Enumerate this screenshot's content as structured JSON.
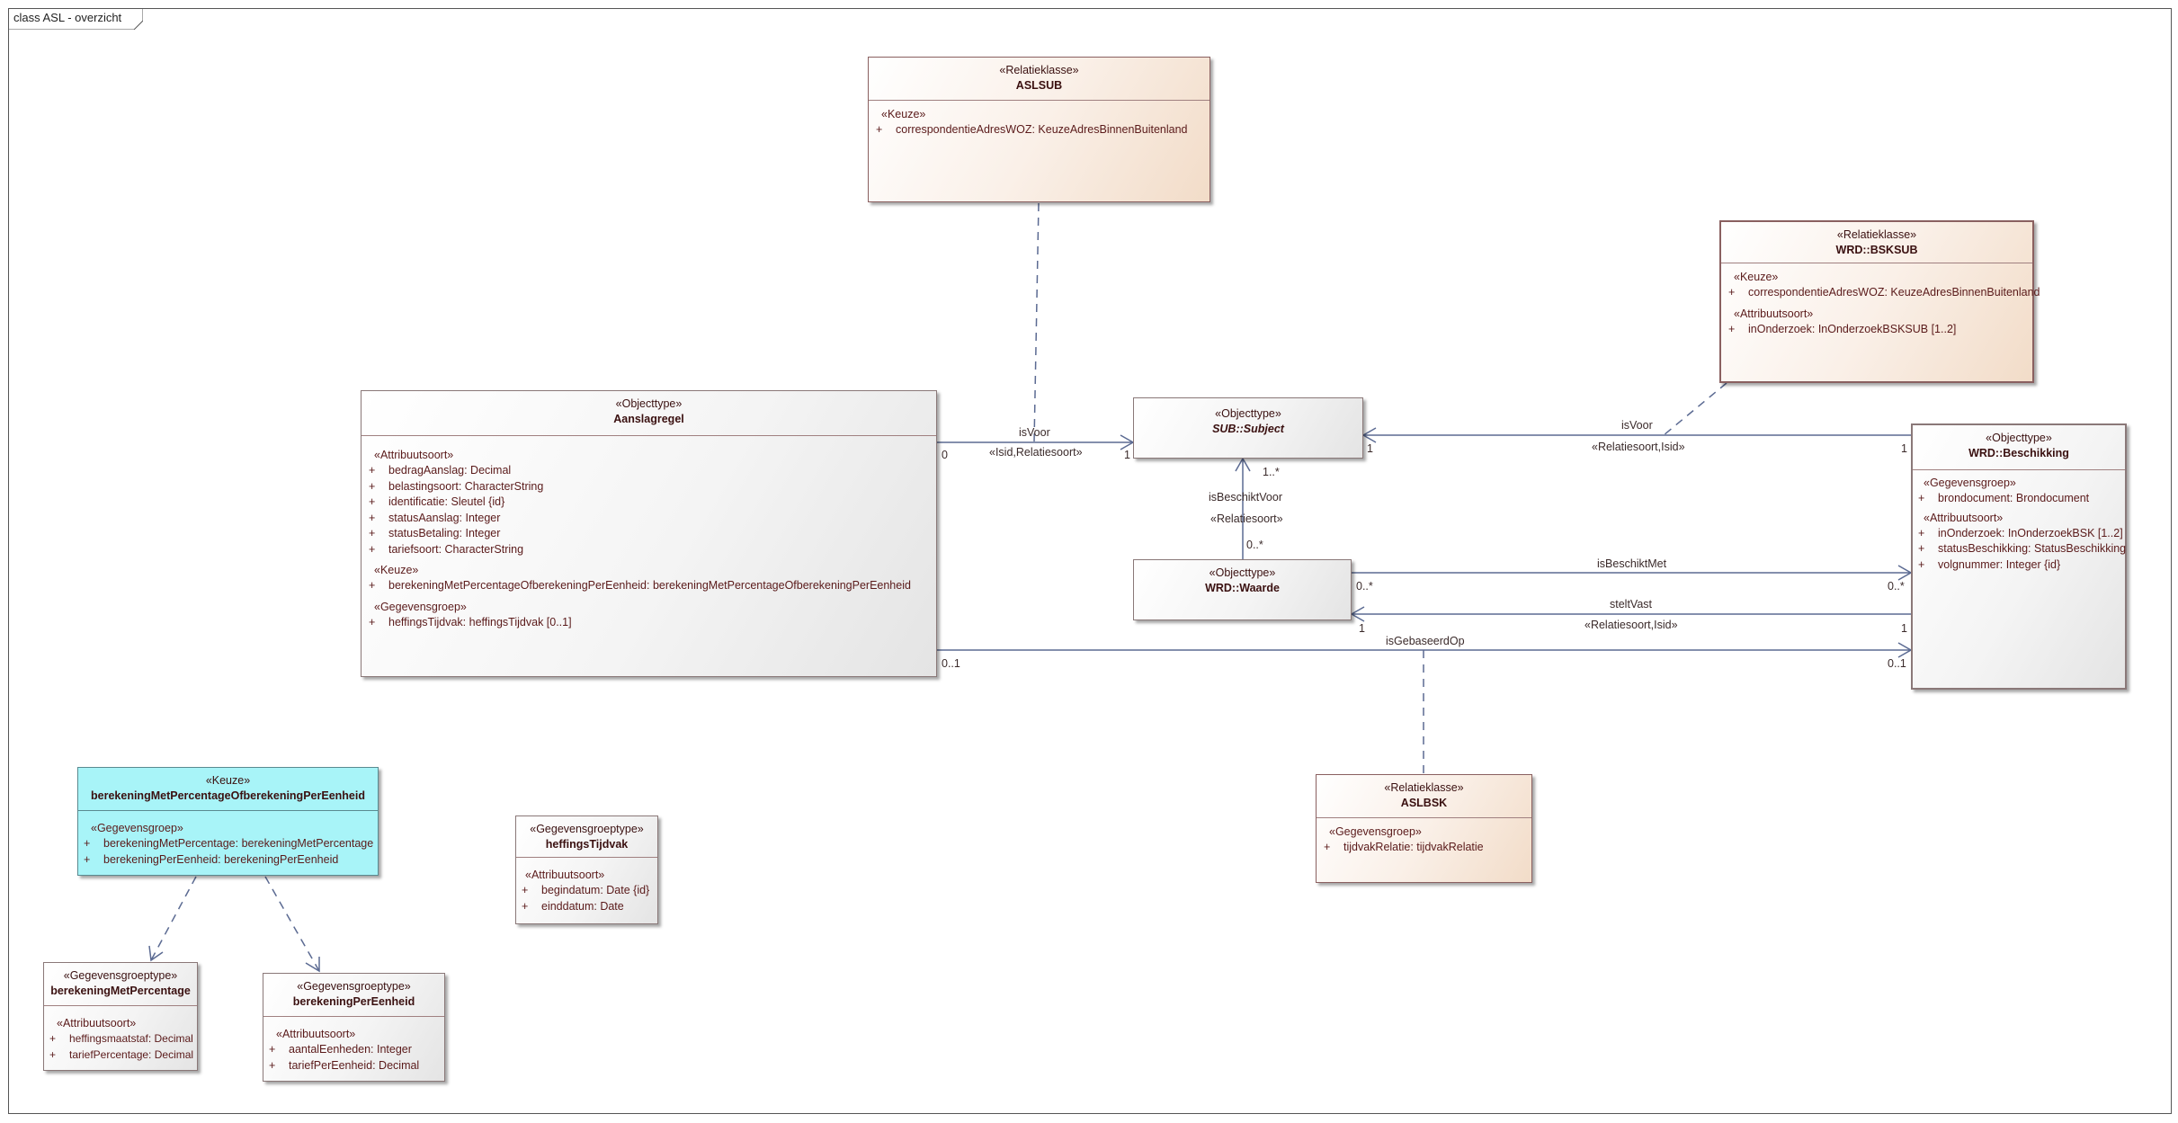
{
  "frame": {
    "title": "class ASL - overzicht"
  },
  "colors": {
    "line": "#5b6a92",
    "dashed": "#5b6a92",
    "keuze_fill": "#a8f4f8"
  },
  "boxes": {
    "aslsub": {
      "stereotype": "«Relatieklasse»",
      "name": "ASLSUB",
      "sections": [
        {
          "label": "«Keuze»",
          "attributes": [
            {
              "vis": "+",
              "text": "correspondentieAdresWOZ: KeuzeAdresBinnenBuitenland"
            }
          ]
        }
      ]
    },
    "bsksub": {
      "stereotype": "«Relatieklasse»",
      "name": "WRD::BSKSUB",
      "sections": [
        {
          "label": "«Keuze»",
          "attributes": [
            {
              "vis": "+",
              "text": "correspondentieAdresWOZ: KeuzeAdresBinnenBuitenland"
            }
          ]
        },
        {
          "label": "«Attribuutsoort»",
          "attributes": [
            {
              "vis": "+",
              "text": "inOnderzoek: InOnderzoekBSKSUB [1..2]"
            }
          ]
        }
      ]
    },
    "aanslagregel": {
      "stereotype": "«Objecttype»",
      "name": "Aanslagregel",
      "sections": [
        {
          "label": "«Attribuutsoort»",
          "attributes": [
            {
              "vis": "+",
              "text": "bedragAanslag: Decimal"
            },
            {
              "vis": "+",
              "text": "belastingsoort: CharacterString"
            },
            {
              "vis": "+",
              "text": "identificatie: Sleutel {id}"
            },
            {
              "vis": "+",
              "text": "statusAanslag: Integer"
            },
            {
              "vis": "+",
              "text": "statusBetaling: Integer"
            },
            {
              "vis": "+",
              "text": "tariefsoort: CharacterString"
            }
          ]
        },
        {
          "label": "«Keuze»",
          "attributes": [
            {
              "vis": "+",
              "text": "berekeningMetPercentageOfberekeningPerEenheid: berekeningMetPercentageOfberekeningPerEenheid"
            }
          ]
        },
        {
          "label": "«Gegevensgroep»",
          "attributes": [
            {
              "vis": "+",
              "text": "heffingsTijdvak: heffingsTijdvak [0..1]"
            }
          ]
        }
      ]
    },
    "subject": {
      "stereotype": "«Objecttype»",
      "name": "SUB::Subject",
      "sections": []
    },
    "waarde": {
      "stereotype": "«Objecttype»",
      "name": "WRD::Waarde",
      "sections": []
    },
    "beschikking": {
      "stereotype": "«Objecttype»",
      "name": "WRD::Beschikking",
      "sections": [
        {
          "label": "«Gegevensgroep»",
          "attributes": [
            {
              "vis": "+",
              "text": "brondocument: Brondocument"
            }
          ]
        },
        {
          "label": "«Attribuutsoort»",
          "attributes": [
            {
              "vis": "+",
              "text": "inOnderzoek: InOnderzoekBSK [1..2]"
            },
            {
              "vis": "+",
              "text": "statusBeschikking: StatusBeschikking"
            },
            {
              "vis": "+",
              "text": "volgnummer: Integer {id}"
            }
          ]
        }
      ]
    },
    "aslbsk": {
      "stereotype": "«Relatieklasse»",
      "name": "ASLBSK",
      "sections": [
        {
          "label": "«Gegevensgroep»",
          "attributes": [
            {
              "vis": "+",
              "text": "tijdvakRelatie: tijdvakRelatie"
            }
          ]
        }
      ]
    },
    "keuze": {
      "stereotype": "«Keuze»",
      "name": "berekeningMetPercentageOfberekeningPerEenheid",
      "sections": [
        {
          "label": "«Gegevensgroep»",
          "attributes": [
            {
              "vis": "+",
              "text": "berekeningMetPercentage: berekeningMetPercentage"
            },
            {
              "vis": "+",
              "text": "berekeningPerEenheid: berekeningPerEenheid"
            }
          ]
        }
      ]
    },
    "heffingstijdvak": {
      "stereotype": "«Gegevensgroeptype»",
      "name": "heffingsTijdvak",
      "sections": [
        {
          "label": "«Attribuutsoort»",
          "attributes": [
            {
              "vis": "+",
              "text": "begindatum: Date {id}"
            },
            {
              "vis": "+",
              "text": "einddatum: Date"
            }
          ]
        }
      ]
    },
    "bmp": {
      "stereotype": "«Gegevensgroeptype»",
      "name": "berekeningMetPercentage",
      "sections": [
        {
          "label": "«Attribuutsoort»",
          "attributes": [
            {
              "vis": "+",
              "text": "heffingsmaatstaf: Decimal"
            },
            {
              "vis": "+",
              "text": "tariefPercentage: Decimal"
            }
          ]
        }
      ]
    },
    "bpe": {
      "stereotype": "«Gegevensgroeptype»",
      "name": "berekeningPerEenheid",
      "sections": [
        {
          "label": "«Attribuutsoort»",
          "attributes": [
            {
              "vis": "+",
              "text": "aantalEenheden: Integer"
            },
            {
              "vis": "+",
              "text": "tariefPerEenheid: Decimal"
            }
          ]
        }
      ]
    }
  },
  "labels": {
    "isvoor_1": "isVoor",
    "isvoor_1_st": "«Isid,Relatiesoort»",
    "isvoor_1_src": "0",
    "isvoor_1_tgt": "1",
    "isvoor_2": "isVoor",
    "isvoor_2_st": "«Relatiesoort,Isid»",
    "isvoor_2_src": "1",
    "isvoor_2_tgt": "1",
    "isbeschiktvoor": "isBeschiktVoor",
    "isbeschiktvoor_st": "«Relatiesoort»",
    "isbeschiktvoor_tgt": "1..*",
    "isbeschiktvoor_src": "0..*",
    "isbeschiktmet": "isBeschiktMet",
    "isbeschiktmet_src": "0..*",
    "isbeschiktmet_tgt": "0..*",
    "steltvast": "steltVast",
    "steltvast_st": "«Relatiesoort,Isid»",
    "steltvast_src": "1",
    "steltvast_tgt": "1",
    "isgebaseerdop": "isGebaseerdOp",
    "isgebaseerdop_src": "0..1",
    "isgebaseerdop_tgt": "0..1"
  }
}
